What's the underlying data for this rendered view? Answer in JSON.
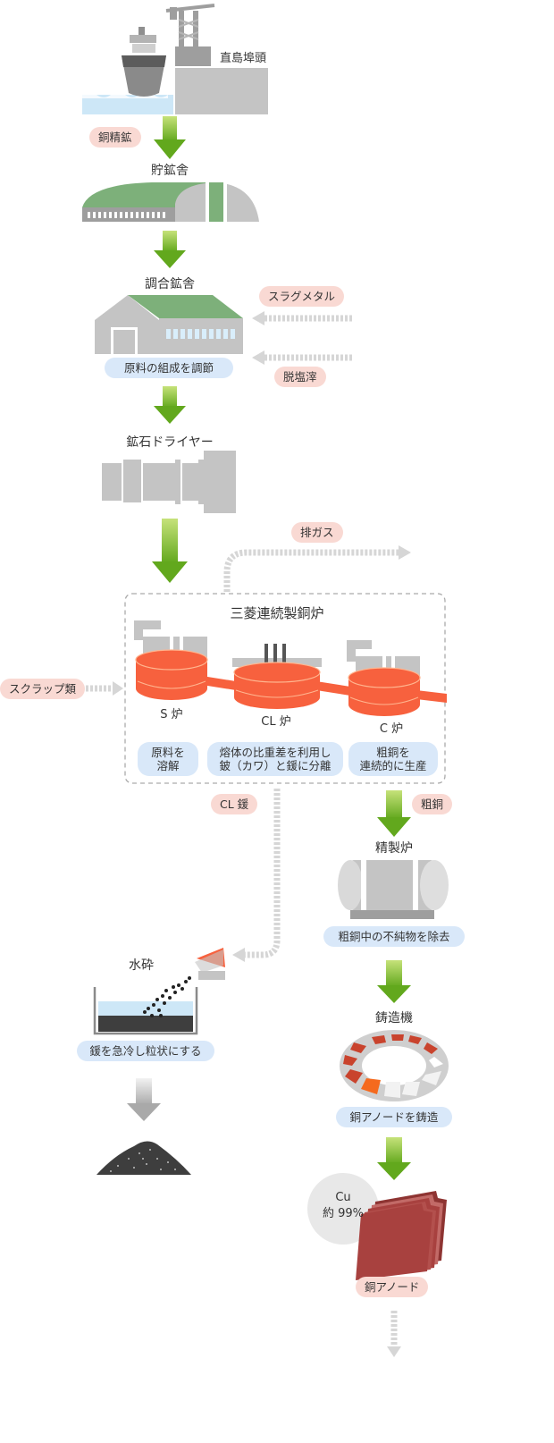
{
  "top": {
    "port_label": "直島埠頭",
    "copper_concentrate": "銅精鉱",
    "ore_storage": "貯鉱舎",
    "blending_house": "調合鉱舎",
    "blending_note": "原料の組成を調節",
    "slag_metal": "スラグメタル",
    "desalted_residue": "脱塩滓",
    "ore_dryer": "鉱石ドライヤー",
    "exhaust_gas": "排ガス"
  },
  "furnace": {
    "title": "三菱連続製銅炉",
    "scrap": "スクラップ類",
    "s_furnace": "S 炉",
    "cl_furnace": "CL 炉",
    "c_furnace": "C 炉",
    "s_note_1": "原料を",
    "s_note_2": "溶解",
    "cl_note_1": "熔体の比重差を利用し",
    "cl_note_2": "鈹（カワ）と鍰に分離",
    "c_note_1": "粗銅を",
    "c_note_2": "連続的に生産"
  },
  "left_flow": {
    "cl_slag": "CL 鍰",
    "water_granulation": "水砕",
    "granulation_note": "鍰を急冷し粒状にする"
  },
  "right_flow": {
    "blister_copper": "粗銅",
    "refining_furnace": "精製炉",
    "refining_note": "粗銅中の不純物を除去",
    "casting_machine": "鋳造機",
    "casting_note": "銅アノードを鋳造",
    "cu_line1": "Cu",
    "cu_line2": "約 99%",
    "anode": "銅アノード"
  },
  "colors": {
    "green_arrow": "#7ab829",
    "gray_arrow": "#d9d9d9",
    "molten": "#f7613e",
    "building_gray": "#c4c4c4",
    "roof_green": "#7db07a",
    "anode": "#a8413f",
    "slag": "#3e3e3e"
  }
}
